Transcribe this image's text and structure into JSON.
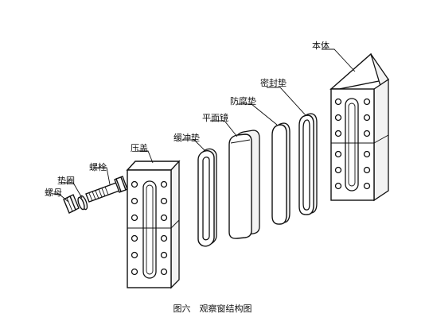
{
  "labels": {
    "nut": "螺母",
    "washer": "垫圈",
    "bolt": "螺栓",
    "pressure_cover": "压盖",
    "buffer_gasket": "缓冲垫",
    "flat_mirror": "平面镜",
    "anti_corrosion_gasket": "防腐垫",
    "seal_gasket": "密封垫",
    "body": "本体"
  },
  "caption": "图六　观察窗结构图"
}
